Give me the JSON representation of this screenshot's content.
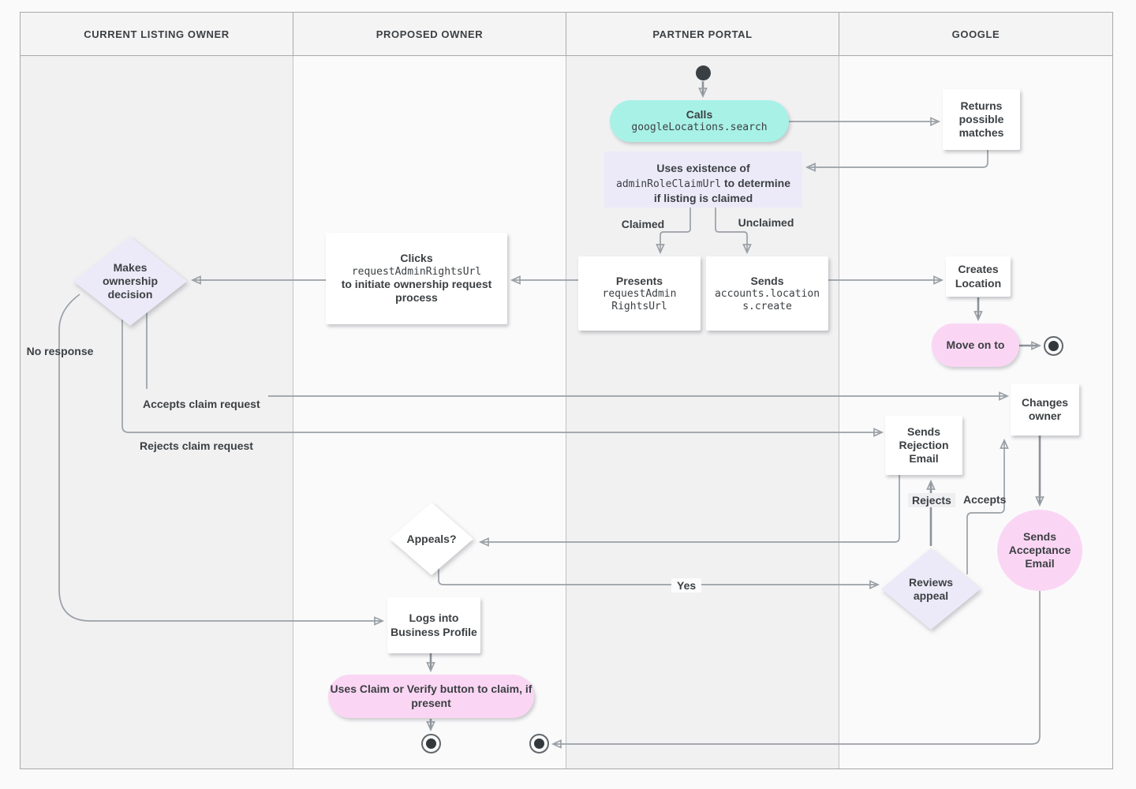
{
  "lanes": [
    {
      "label": "CURRENT LISTING OWNER"
    },
    {
      "label": "PROPOSED OWNER"
    },
    {
      "label": "PARTNER PORTAL"
    },
    {
      "label": "GOOGLE"
    }
  ],
  "nodes": {
    "calls": {
      "title": "Calls",
      "code": "googleLocations.search"
    },
    "returns_matches": {
      "label": "Returns possible matches"
    },
    "uses_existence": {
      "pre": "Uses existence of",
      "code": "adminRoleClaimUrl",
      "post": "to determine if listing is claimed"
    },
    "presents": {
      "title": "Presents",
      "code": "requestAdminRightsUrl"
    },
    "sends_create": {
      "title": "Sends",
      "code": "accounts.locations.create"
    },
    "clicks": {
      "pre": "Clicks",
      "code": "requestAdminRightsUrl",
      "post": "to initiate ownership request process"
    },
    "makes_decision": {
      "label": "Makes ownership decision"
    },
    "creates_location": {
      "label": "Creates Location"
    },
    "move_on": {
      "label": "Move on to"
    },
    "changes_owner": {
      "label": "Changes owner"
    },
    "sends_rejection": {
      "label": "Sends Rejection Email"
    },
    "appeals": {
      "label": "Appeals?"
    },
    "reviews_appeal": {
      "label": "Reviews appeal"
    },
    "sends_acceptance": {
      "label": "Sends Acceptance Email"
    },
    "logs_into": {
      "label": "Logs into Business Profile"
    },
    "uses_claim_verify": {
      "label": "Uses Claim or Verify button to claim, if present"
    }
  },
  "edge_labels": {
    "claimed": "Claimed",
    "unclaimed": "Unclaimed",
    "no_response": "No response",
    "accepts_claim": "Accepts claim request",
    "rejects_claim": "Rejects claim request",
    "rejects": "Rejects",
    "accepts": "Accepts",
    "yes": "Yes"
  },
  "colors": {
    "teal": "#A8F1E7",
    "lavender": "#ECEAF8",
    "pink": "#FAD6F4",
    "node_white": "#FFFFFF",
    "line": "#9AA0A6",
    "arrow": "#7E858B",
    "text": "#3C4043",
    "lane_odd": "#F1F1F2",
    "lane_even": "#FAFAFB",
    "header_bg": "#F4F4F5"
  }
}
